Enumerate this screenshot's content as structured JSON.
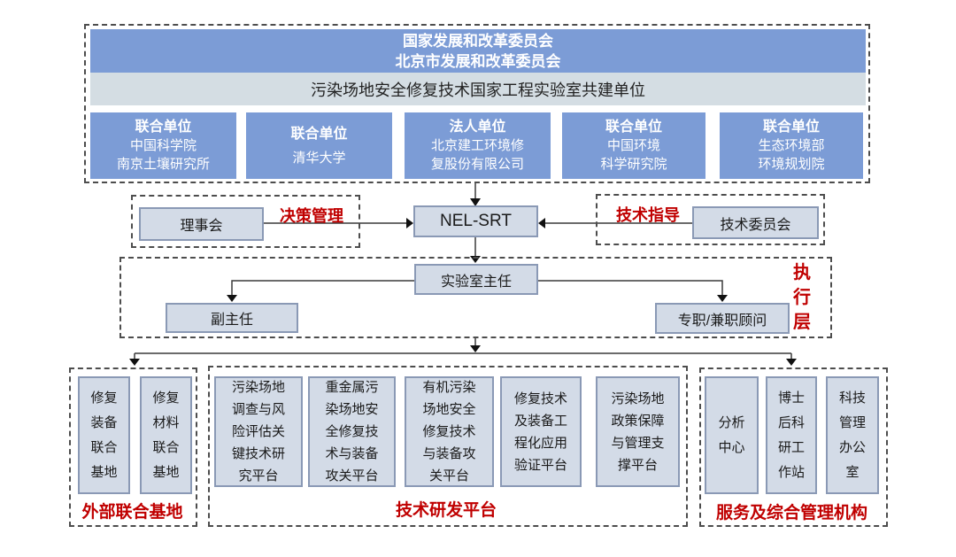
{
  "colors": {
    "primary_blue": "#7C9CD6",
    "light_band": "#D4DDE3",
    "box_fill": "#D3DBE7",
    "box_border": "#8A99B5",
    "accent_red": "#C00000"
  },
  "top": {
    "header_line1": "国家发展和改革委员会",
    "header_line2": "北京市发展和改革委员会",
    "band": "污染场地安全修复技术国家工程实验室共建单位",
    "units": [
      {
        "role": "联合单位",
        "name": "中国科学院\n南京土壤研究所"
      },
      {
        "role": "联合单位",
        "name": "清华大学"
      },
      {
        "role": "法人单位",
        "name": "北京建工环境修\n复股份有限公司"
      },
      {
        "role": "联合单位",
        "name": "中国环境\n科学研究院"
      },
      {
        "role": "联合单位",
        "name": "生态环境部\n环境规划院"
      }
    ]
  },
  "middle": {
    "council_label": "理事会",
    "decision_label": "决策管理",
    "center_label": "NEL-SRT",
    "guidance_label": "技术指导",
    "committee_label": "技术委员会"
  },
  "execution": {
    "director_label": "实验室主任",
    "deputy_label": "副主任",
    "advisor_label": "专职/兼职顾问",
    "layer_label": "执\n行\n层"
  },
  "bottom": {
    "external": {
      "title": "外部联合基地",
      "items": [
        "修复\n装备\n联合\n基地",
        "修复\n材料\n联合\n基地"
      ]
    },
    "platforms": {
      "title": "技术研发平台",
      "items": [
        "污染场地\n调查与风\n险评估关\n键技术研\n究平台",
        "重金属污\n染场地安\n全修复技\n术与装备\n攻关平台",
        "有机污染\n场地安全\n修复技术\n与装备攻\n关平台",
        "修复技术\n及装备工\n程化应用\n验证平台",
        "污染场地\n政策保障\n与管理支\n撑平台"
      ]
    },
    "services": {
      "title": "服务及综合管理机构",
      "items": [
        "分析\n中心",
        "博士\n后科\n研工\n作站",
        "科技\n管理\n办公\n室"
      ]
    }
  }
}
